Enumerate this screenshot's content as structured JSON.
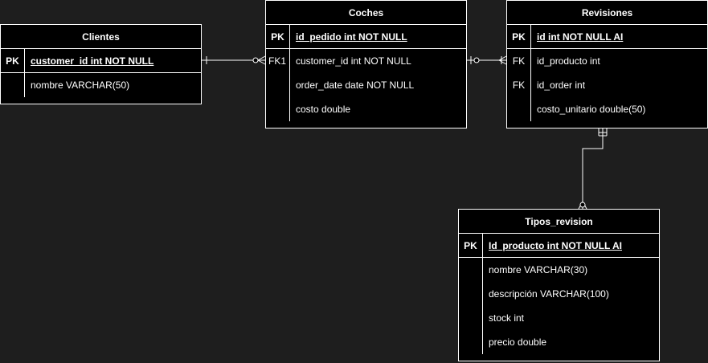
{
  "entities": {
    "clientes": {
      "title": "Clientes",
      "rows": [
        {
          "key": "PK",
          "field": "customer_id int NOT NULL"
        },
        {
          "key": "",
          "field": "nombre VARCHAR(50)"
        }
      ]
    },
    "coches": {
      "title": "Coches",
      "rows": [
        {
          "key": "PK",
          "field": "id_pedido int NOT NULL"
        },
        {
          "key": "FK1",
          "field": "customer_id int NOT NULL"
        },
        {
          "key": "",
          "field": "order_date date NOT NULL"
        },
        {
          "key": "",
          "field": "costo double"
        }
      ]
    },
    "revisiones": {
      "title": "Revisiones",
      "rows": [
        {
          "key": "PK",
          "field": "id int NOT NULL AI"
        },
        {
          "key": "FK",
          "field": "id_producto int"
        },
        {
          "key": "FK",
          "field": "id_order int"
        },
        {
          "key": "",
          "field": "costo_unitario double(50)"
        }
      ]
    },
    "tipos_revision": {
      "title": "Tipos_revision",
      "rows": [
        {
          "key": "PK",
          "field": "Id_producto int NOT NULL AI"
        },
        {
          "key": "",
          "field": "nombre VARCHAR(30)"
        },
        {
          "key": "",
          "field": "descripción VARCHAR(100)"
        },
        {
          "key": "",
          "field": "stock int"
        },
        {
          "key": "",
          "field": "precio double"
        }
      ]
    }
  },
  "colors": {
    "background": "#1e1e1e",
    "entity_fill": "#000000",
    "line": "#ffffff"
  }
}
